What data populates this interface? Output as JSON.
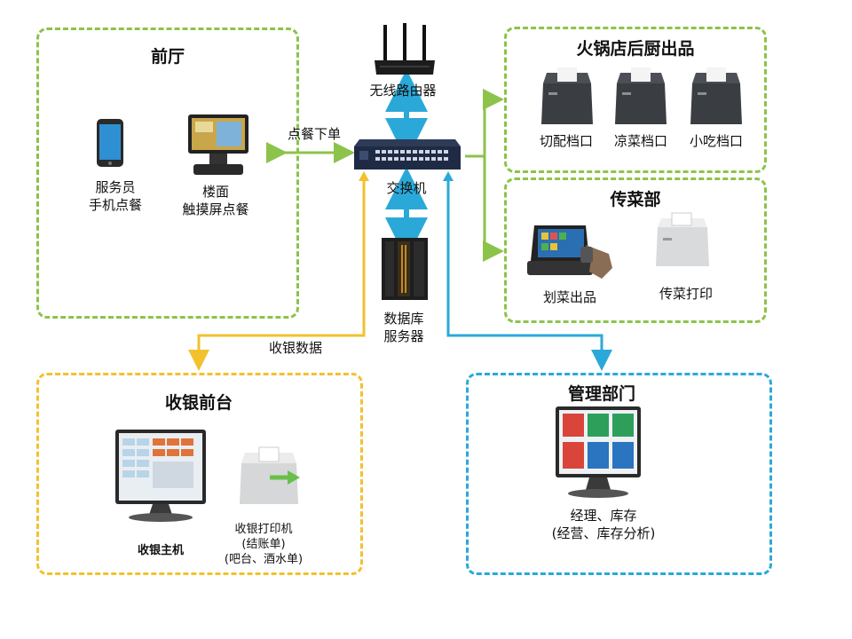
{
  "colors": {
    "green": "#8cc34a",
    "yellow": "#f2c12e",
    "blue": "#2aa9d9"
  },
  "sections": {
    "front_hall": {
      "title": "前厅",
      "devices": [
        {
          "label": "服务员\n手机点餐",
          "icon": "smartphone-icon"
        },
        {
          "label": "楼面\n触摸屏点餐",
          "icon": "pos-terminal-icon"
        }
      ]
    },
    "kitchen": {
      "title": "火锅店后厨出品",
      "devices": [
        {
          "label": "切配档口",
          "icon": "receipt-printer-icon"
        },
        {
          "label": "凉菜档口",
          "icon": "receipt-printer-icon"
        },
        {
          "label": "小吃档口",
          "icon": "receipt-printer-icon"
        }
      ]
    },
    "serving": {
      "title": "传菜部",
      "devices": [
        {
          "label": "划菜出品",
          "icon": "pos-scanner-icon"
        },
        {
          "label": "传菜打印",
          "icon": "receipt-printer-icon"
        }
      ]
    },
    "cashier": {
      "title": "收银前台",
      "devices": [
        {
          "label": "收银主机",
          "icon": "monitor-icon"
        },
        {
          "label": "收银打印机\n(结账单)\n(吧台、酒水单)",
          "icon": "receipt-printer-icon"
        }
      ]
    },
    "management": {
      "title": "管理部门",
      "devices": [
        {
          "label": "经理、库存\n(经营、库存分析)",
          "icon": "dashboard-monitor-icon"
        }
      ]
    }
  },
  "network": {
    "router": "无线路由器",
    "switch": "交换机",
    "server": "数据库\n服务器",
    "order_label": "点餐下单",
    "cashier_label": "收银数据"
  }
}
